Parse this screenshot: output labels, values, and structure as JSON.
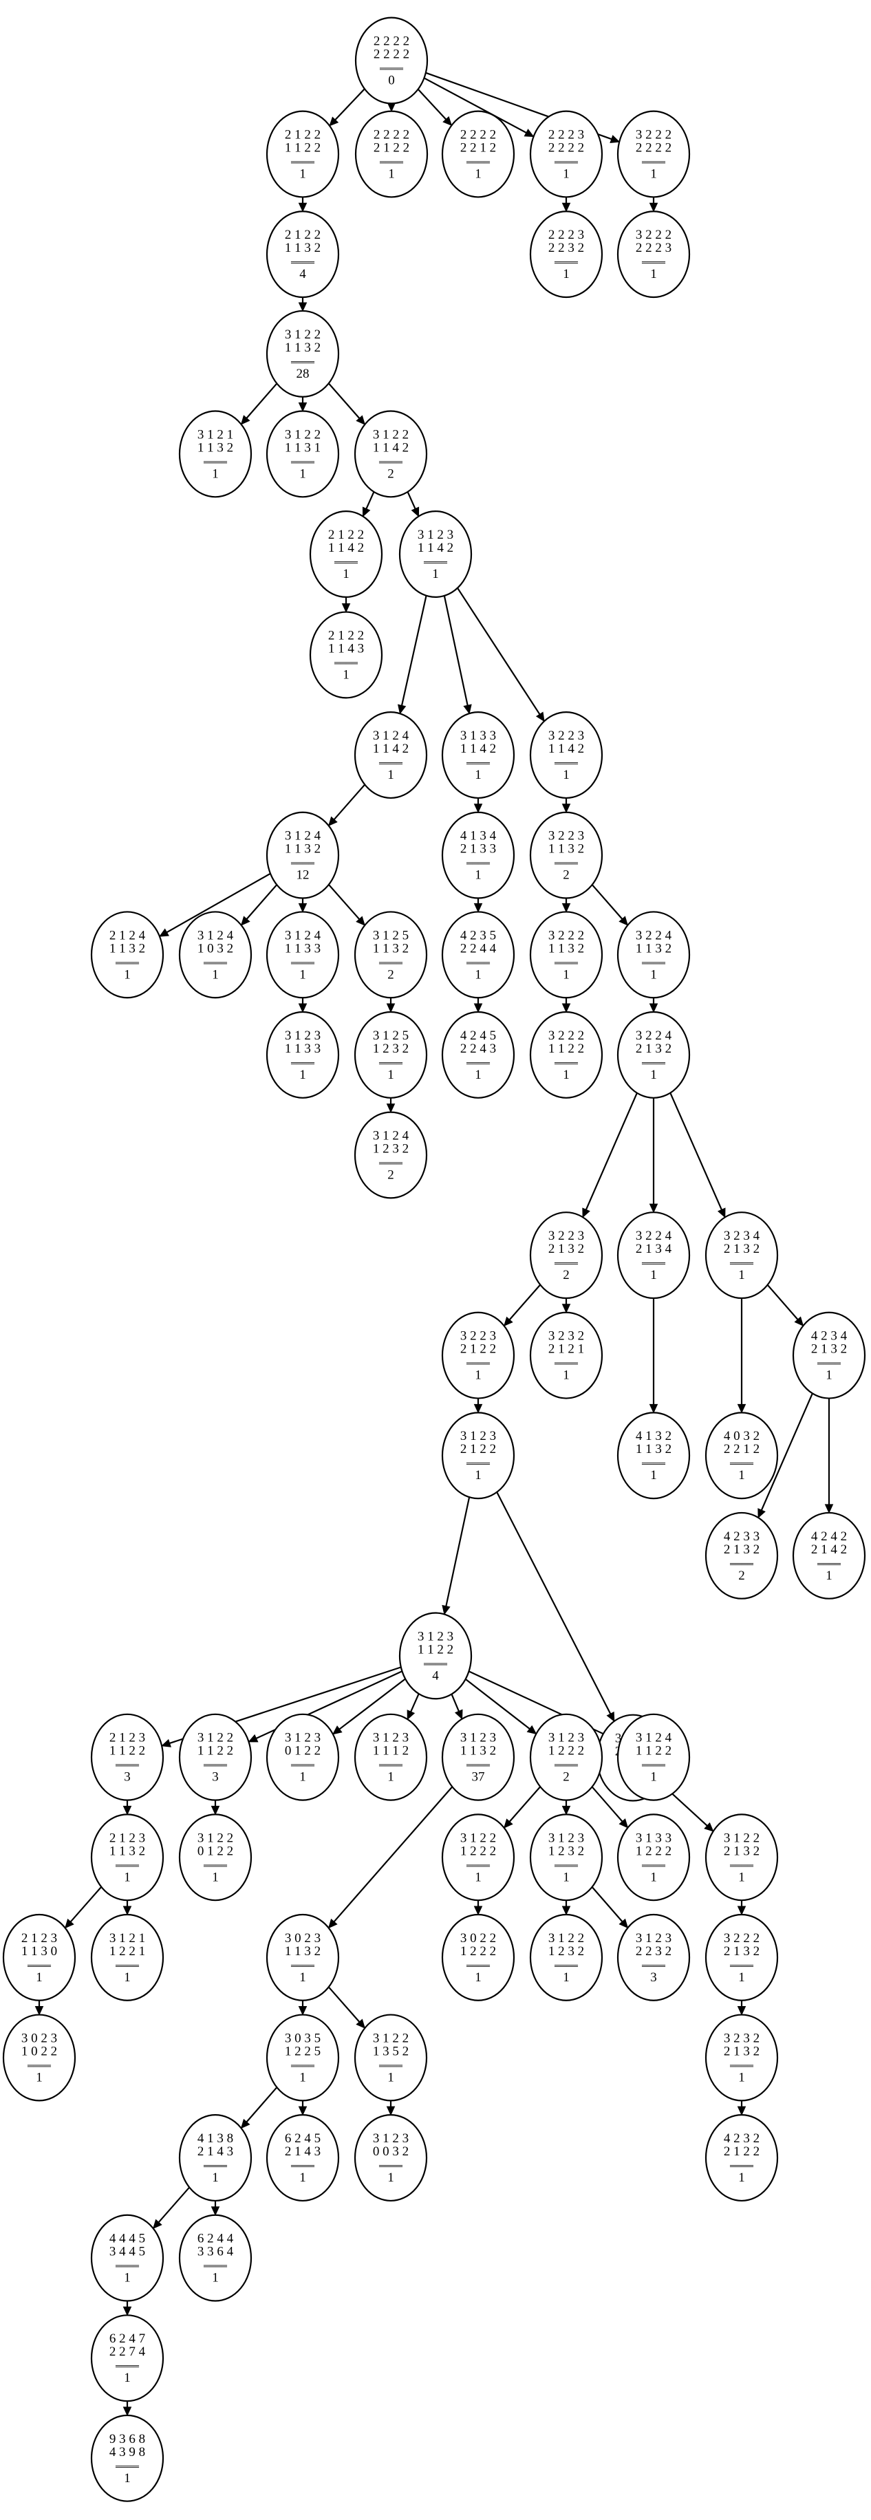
{
  "separator": "════",
  "nodes": [
    {
      "id": "root",
      "row1": "2 2 2 2",
      "row2": "2 2 2 2",
      "count": "0"
    },
    {
      "id": "n1",
      "row1": "2 1 2 2",
      "row2": "1 1 2 2",
      "count": "1"
    },
    {
      "id": "n2",
      "row1": "2 2 2 2",
      "row2": "2 1 2 2",
      "count": "1"
    },
    {
      "id": "n3",
      "row1": "2 2 2 2",
      "row2": "2 2 1 2",
      "count": "1"
    },
    {
      "id": "n4",
      "row1": "2 2 2 3",
      "row2": "2 2 2 2",
      "count": "1"
    },
    {
      "id": "n5",
      "row1": "3 2 2 2",
      "row2": "2 2 2 2",
      "count": "1"
    },
    {
      "id": "n4a",
      "row1": "2 2 2 3",
      "row2": "2 2 3 2",
      "count": "1"
    },
    {
      "id": "n5a",
      "row1": "3 2 2 2",
      "row2": "2 2 2 3",
      "count": "1"
    },
    {
      "id": "n1a",
      "row1": "2 1 2 2",
      "row2": "1 1 3 2",
      "count": "4"
    },
    {
      "id": "n1b",
      "row1": "3 1 2 2",
      "row2": "1 1 3 2",
      "count": "28"
    },
    {
      "id": "c1",
      "row1": "3 1 2 1",
      "row2": "1 1 3 2",
      "count": "1"
    },
    {
      "id": "c2",
      "row1": "3 1 2 2",
      "row2": "1 1 3 1",
      "count": "1"
    },
    {
      "id": "c3",
      "row1": "3 1 2 2",
      "row2": "1 1 4 2",
      "count": "2"
    },
    {
      "id": "d1",
      "row1": "2 1 2 2",
      "row2": "1 1 4 2",
      "count": "1"
    },
    {
      "id": "d2",
      "row1": "3 1 2 3",
      "row2": "1 1 4 2",
      "count": "1"
    },
    {
      "id": "d1a",
      "row1": "2 1 2 2",
      "row2": "1 1 4 3",
      "count": "1"
    },
    {
      "id": "e1",
      "row1": "3 1 2 4",
      "row2": "1 1 4 2",
      "count": "1"
    },
    {
      "id": "e2",
      "row1": "3 1 3 3",
      "row2": "1 1 4 2",
      "count": "1"
    },
    {
      "id": "e3",
      "row1": "3 2 2 3",
      "row2": "1 1 4 2",
      "count": "1"
    },
    {
      "id": "f1",
      "row1": "3 1 2 4",
      "row2": "1 1 3 2",
      "count": "12"
    },
    {
      "id": "f2",
      "row1": "4 1 3 4",
      "row2": "2 1 3 3",
      "count": "1"
    },
    {
      "id": "f3",
      "row1": "3 2 2 3",
      "row2": "1 1 3 2",
      "count": "2"
    },
    {
      "id": "g1",
      "row1": "2 1 2 4",
      "row2": "1 1 3 2",
      "count": "1"
    },
    {
      "id": "g2",
      "row1": "3 1 2 4",
      "row2": "1 0 3 2",
      "count": "1"
    },
    {
      "id": "g3",
      "row1": "3 1 2 4",
      "row2": "1 1 3 3",
      "count": "1"
    },
    {
      "id": "g4",
      "row1": "3 1 2 5",
      "row2": "1 1 3 2",
      "count": "2"
    },
    {
      "id": "g5",
      "row1": "4 2 3 5",
      "row2": "2 2 4 4",
      "count": "1"
    },
    {
      "id": "g6",
      "row1": "3 2 2 2",
      "row2": "1 1 3 2",
      "count": "1"
    },
    {
      "id": "g7",
      "row1": "3 2 2 4",
      "row2": "1 1 3 2",
      "count": "1"
    },
    {
      "id": "h1",
      "row1": "3 1 2 3",
      "row2": "1 1 3 3",
      "count": "1"
    },
    {
      "id": "h2",
      "row1": "3 1 2 5",
      "row2": "1 2 3 2",
      "count": "1"
    },
    {
      "id": "h3",
      "row1": "4 2 4 5",
      "row2": "2 2 4 3",
      "count": "1"
    },
    {
      "id": "h4",
      "row1": "3 2 2 2",
      "row2": "1 1 2 2",
      "count": "1"
    },
    {
      "id": "h5",
      "row1": "3 2 2 4",
      "row2": "2 1 3 2",
      "count": "1"
    },
    {
      "id": "i1",
      "row1": "3 1 2 4",
      "row2": "1 2 3 2",
      "count": "2"
    },
    {
      "id": "i2",
      "row1": "3 2 2 3",
      "row2": "2 1 3 2",
      "count": "2"
    },
    {
      "id": "i3",
      "row1": "3 2 2 4",
      "row2": "2 1 3 4",
      "count": "1"
    },
    {
      "id": "i4",
      "row1": "3 2 3 4",
      "row2": "2 1 3 2",
      "count": "1"
    },
    {
      "id": "j1",
      "row1": "3 2 2 3",
      "row2": "2 1 2 2",
      "count": "1"
    },
    {
      "id": "j2",
      "row1": "3 2 3 2",
      "row2": "2 1 2 1",
      "count": "1"
    },
    {
      "id": "j3",
      "row1": "4 1 3 2",
      "row2": "1 1 3 2",
      "count": "1"
    },
    {
      "id": "j4",
      "row1": "4 0 3 2",
      "row2": "2 2 1 2",
      "count": "1"
    },
    {
      "id": "j5",
      "row1": "4 2 3 4",
      "row2": "2 1 3 2",
      "count": "1"
    },
    {
      "id": "k1",
      "row1": "3 1 2 3",
      "row2": "2 1 2 2",
      "count": "1"
    },
    {
      "id": "k2",
      "row1": "4 2 3 3",
      "row2": "2 1 3 2",
      "count": "2"
    },
    {
      "id": "k3",
      "row1": "4 2 4 2",
      "row2": "2 1 4 2",
      "count": "1"
    },
    {
      "id": "l1",
      "row1": "3 1 2 3",
      "row2": "1 1 2 2",
      "count": "4"
    },
    {
      "id": "l2",
      "row1": "3 1 2 3",
      "row2": "2 1 3 2",
      "count": "1"
    },
    {
      "id": "m1",
      "row1": "2 1 2 3",
      "row2": "1 1 2 2",
      "count": "3"
    },
    {
      "id": "m2",
      "row1": "3 1 2 2",
      "row2": "1 1 2 2",
      "count": "3"
    },
    {
      "id": "m3",
      "row1": "3 1 2 3",
      "row2": "0 1 2 2",
      "count": "1"
    },
    {
      "id": "m4",
      "row1": "3 1 2 3",
      "row2": "1 1 1 2",
      "count": "1"
    },
    {
      "id": "m5",
      "row1": "3 1 2 3",
      "row2": "1 1 3 2",
      "count": "37"
    },
    {
      "id": "m6",
      "row1": "3 1 2 3",
      "row2": "1 2 2 2",
      "count": "2"
    },
    {
      "id": "m7",
      "row1": "3 1 2 4",
      "row2": "1 1 2 2",
      "count": "1"
    },
    {
      "id": "m8",
      "row1": "3 1 2 2",
      "row2": "2 1 3 2",
      "count": "1"
    },
    {
      "id": "o1",
      "row1": "2 1 2 3",
      "row2": "1 1 3 2",
      "count": "1"
    },
    {
      "id": "o2",
      "row1": "3 1 2 2",
      "row2": "0 1 2 2",
      "count": "1"
    },
    {
      "id": "o3",
      "row1": "3 0 2 3",
      "row2": "1 1 3 2",
      "count": "1"
    },
    {
      "id": "o4",
      "row1": "3 1 2 2",
      "row2": "1 2 2 2",
      "count": "1"
    },
    {
      "id": "o5",
      "row1": "3 1 2 3",
      "row2": "1 2 3 2",
      "count": "1"
    },
    {
      "id": "o6",
      "row1": "3 1 3 3",
      "row2": "1 2 2 2",
      "count": "1"
    },
    {
      "id": "o7",
      "row1": "3 2 2 2",
      "row2": "2 1 3 2",
      "count": "1"
    },
    {
      "id": "p1",
      "row1": "2 1 2 3",
      "row2": "1 1 3 0",
      "count": "1"
    },
    {
      "id": "p2",
      "row1": "3 1 2 1",
      "row2": "1 2 2 1",
      "count": "1"
    },
    {
      "id": "p3",
      "row1": "3 0 3 5",
      "row2": "1 2 2 5",
      "count": "1"
    },
    {
      "id": "p4",
      "row1": "3 1 2 2",
      "row2": "1 3 5 2",
      "count": "1"
    },
    {
      "id": "p5",
      "row1": "3 0 2 2",
      "row2": "1 2 2 2",
      "count": "1"
    },
    {
      "id": "p6",
      "row1": "3 1 2 2",
      "row2": "1 2 3 2",
      "count": "1"
    },
    {
      "id": "p7",
      "row1": "3 1 2 3",
      "row2": "2 2 3 2",
      "count": "3"
    },
    {
      "id": "p8",
      "row1": "3 2 3 2",
      "row2": "2 1 3 2",
      "count": "1"
    },
    {
      "id": "q1",
      "row1": "3 0 2 3",
      "row2": "1 0 2 2",
      "count": "1"
    },
    {
      "id": "q2",
      "row1": "4 1 3 8",
      "row2": "2 1 4 3",
      "count": "1"
    },
    {
      "id": "q3",
      "row1": "6 2 4 5",
      "row2": "2 1 4 3",
      "count": "1"
    },
    {
      "id": "q4",
      "row1": "3 1 2 3",
      "row2": "0 0 3 2",
      "count": "1"
    },
    {
      "id": "q5",
      "row1": "4 2 3 2",
      "row2": "2 1 2 2",
      "count": "1"
    },
    {
      "id": "r1",
      "row1": "4 4 4 5",
      "row2": "3 4 4 5",
      "count": "1"
    },
    {
      "id": "r2",
      "row1": "6 2 4 4",
      "row2": "3 3 6 4",
      "count": "1"
    },
    {
      "id": "s1",
      "row1": "6 2 4 7",
      "row2": "2 2 7 4",
      "count": "1"
    },
    {
      "id": "t1",
      "row1": "9 3 6 8",
      "row2": "4 3 9 8",
      "count": "1"
    }
  ],
  "edges": [
    [
      "root",
      "n1"
    ],
    [
      "root",
      "n2"
    ],
    [
      "root",
      "n3"
    ],
    [
      "root",
      "n4"
    ],
    [
      "root",
      "n5"
    ],
    [
      "n4",
      "n4a"
    ],
    [
      "n5",
      "n5a"
    ],
    [
      "n1",
      "n1a"
    ],
    [
      "n1a",
      "n1b"
    ],
    [
      "n1b",
      "c1"
    ],
    [
      "n1b",
      "c2"
    ],
    [
      "n1b",
      "c3"
    ],
    [
      "c3",
      "d1"
    ],
    [
      "c3",
      "d2"
    ],
    [
      "d1",
      "d1a"
    ],
    [
      "d2",
      "e1"
    ],
    [
      "d2",
      "e2"
    ],
    [
      "d2",
      "e3"
    ],
    [
      "e1",
      "f1"
    ],
    [
      "e2",
      "f2"
    ],
    [
      "e3",
      "f3"
    ],
    [
      "f1",
      "g1"
    ],
    [
      "f1",
      "g2"
    ],
    [
      "f1",
      "g3"
    ],
    [
      "f1",
      "g4"
    ],
    [
      "f2",
      "g5"
    ],
    [
      "f3",
      "g6"
    ],
    [
      "f3",
      "g7"
    ],
    [
      "g3",
      "h1"
    ],
    [
      "g4",
      "h2"
    ],
    [
      "g5",
      "h3"
    ],
    [
      "g6",
      "h4"
    ],
    [
      "g7",
      "h5"
    ],
    [
      "h2",
      "i1"
    ],
    [
      "h5",
      "i2"
    ],
    [
      "h5",
      "i3"
    ],
    [
      "h5",
      "i4"
    ],
    [
      "i2",
      "j1"
    ],
    [
      "i2",
      "j2"
    ],
    [
      "i3",
      "j3"
    ],
    [
      "i4",
      "j4"
    ],
    [
      "i4",
      "j5"
    ],
    [
      "j1",
      "k1"
    ],
    [
      "j5",
      "k2"
    ],
    [
      "j5",
      "k3"
    ],
    [
      "k1",
      "l1"
    ],
    [
      "k1",
      "l2"
    ],
    [
      "l1",
      "m1"
    ],
    [
      "l1",
      "m2"
    ],
    [
      "l1",
      "m3"
    ],
    [
      "l1",
      "m4"
    ],
    [
      "l1",
      "m5"
    ],
    [
      "l1",
      "m6"
    ],
    [
      "l1",
      "m7"
    ],
    [
      "l2",
      "m8"
    ],
    [
      "m1",
      "o1"
    ],
    [
      "m2",
      "o2"
    ],
    [
      "m5",
      "o3"
    ],
    [
      "m6",
      "o4"
    ],
    [
      "m6",
      "o5"
    ],
    [
      "m6",
      "o6"
    ],
    [
      "m8",
      "o7"
    ],
    [
      "o1",
      "p1"
    ],
    [
      "o1",
      "p2"
    ],
    [
      "o3",
      "p3"
    ],
    [
      "o3",
      "p4"
    ],
    [
      "o4",
      "p5"
    ],
    [
      "o5",
      "p6"
    ],
    [
      "o5",
      "p7"
    ],
    [
      "o7",
      "p8"
    ],
    [
      "p1",
      "q1"
    ],
    [
      "p3",
      "q2"
    ],
    [
      "p3",
      "q3"
    ],
    [
      "p4",
      "q4"
    ],
    [
      "p8",
      "q5"
    ],
    [
      "q2",
      "r1"
    ],
    [
      "q2",
      "r2"
    ],
    [
      "r1",
      "s1"
    ],
    [
      "s1",
      "t1"
    ]
  ]
}
